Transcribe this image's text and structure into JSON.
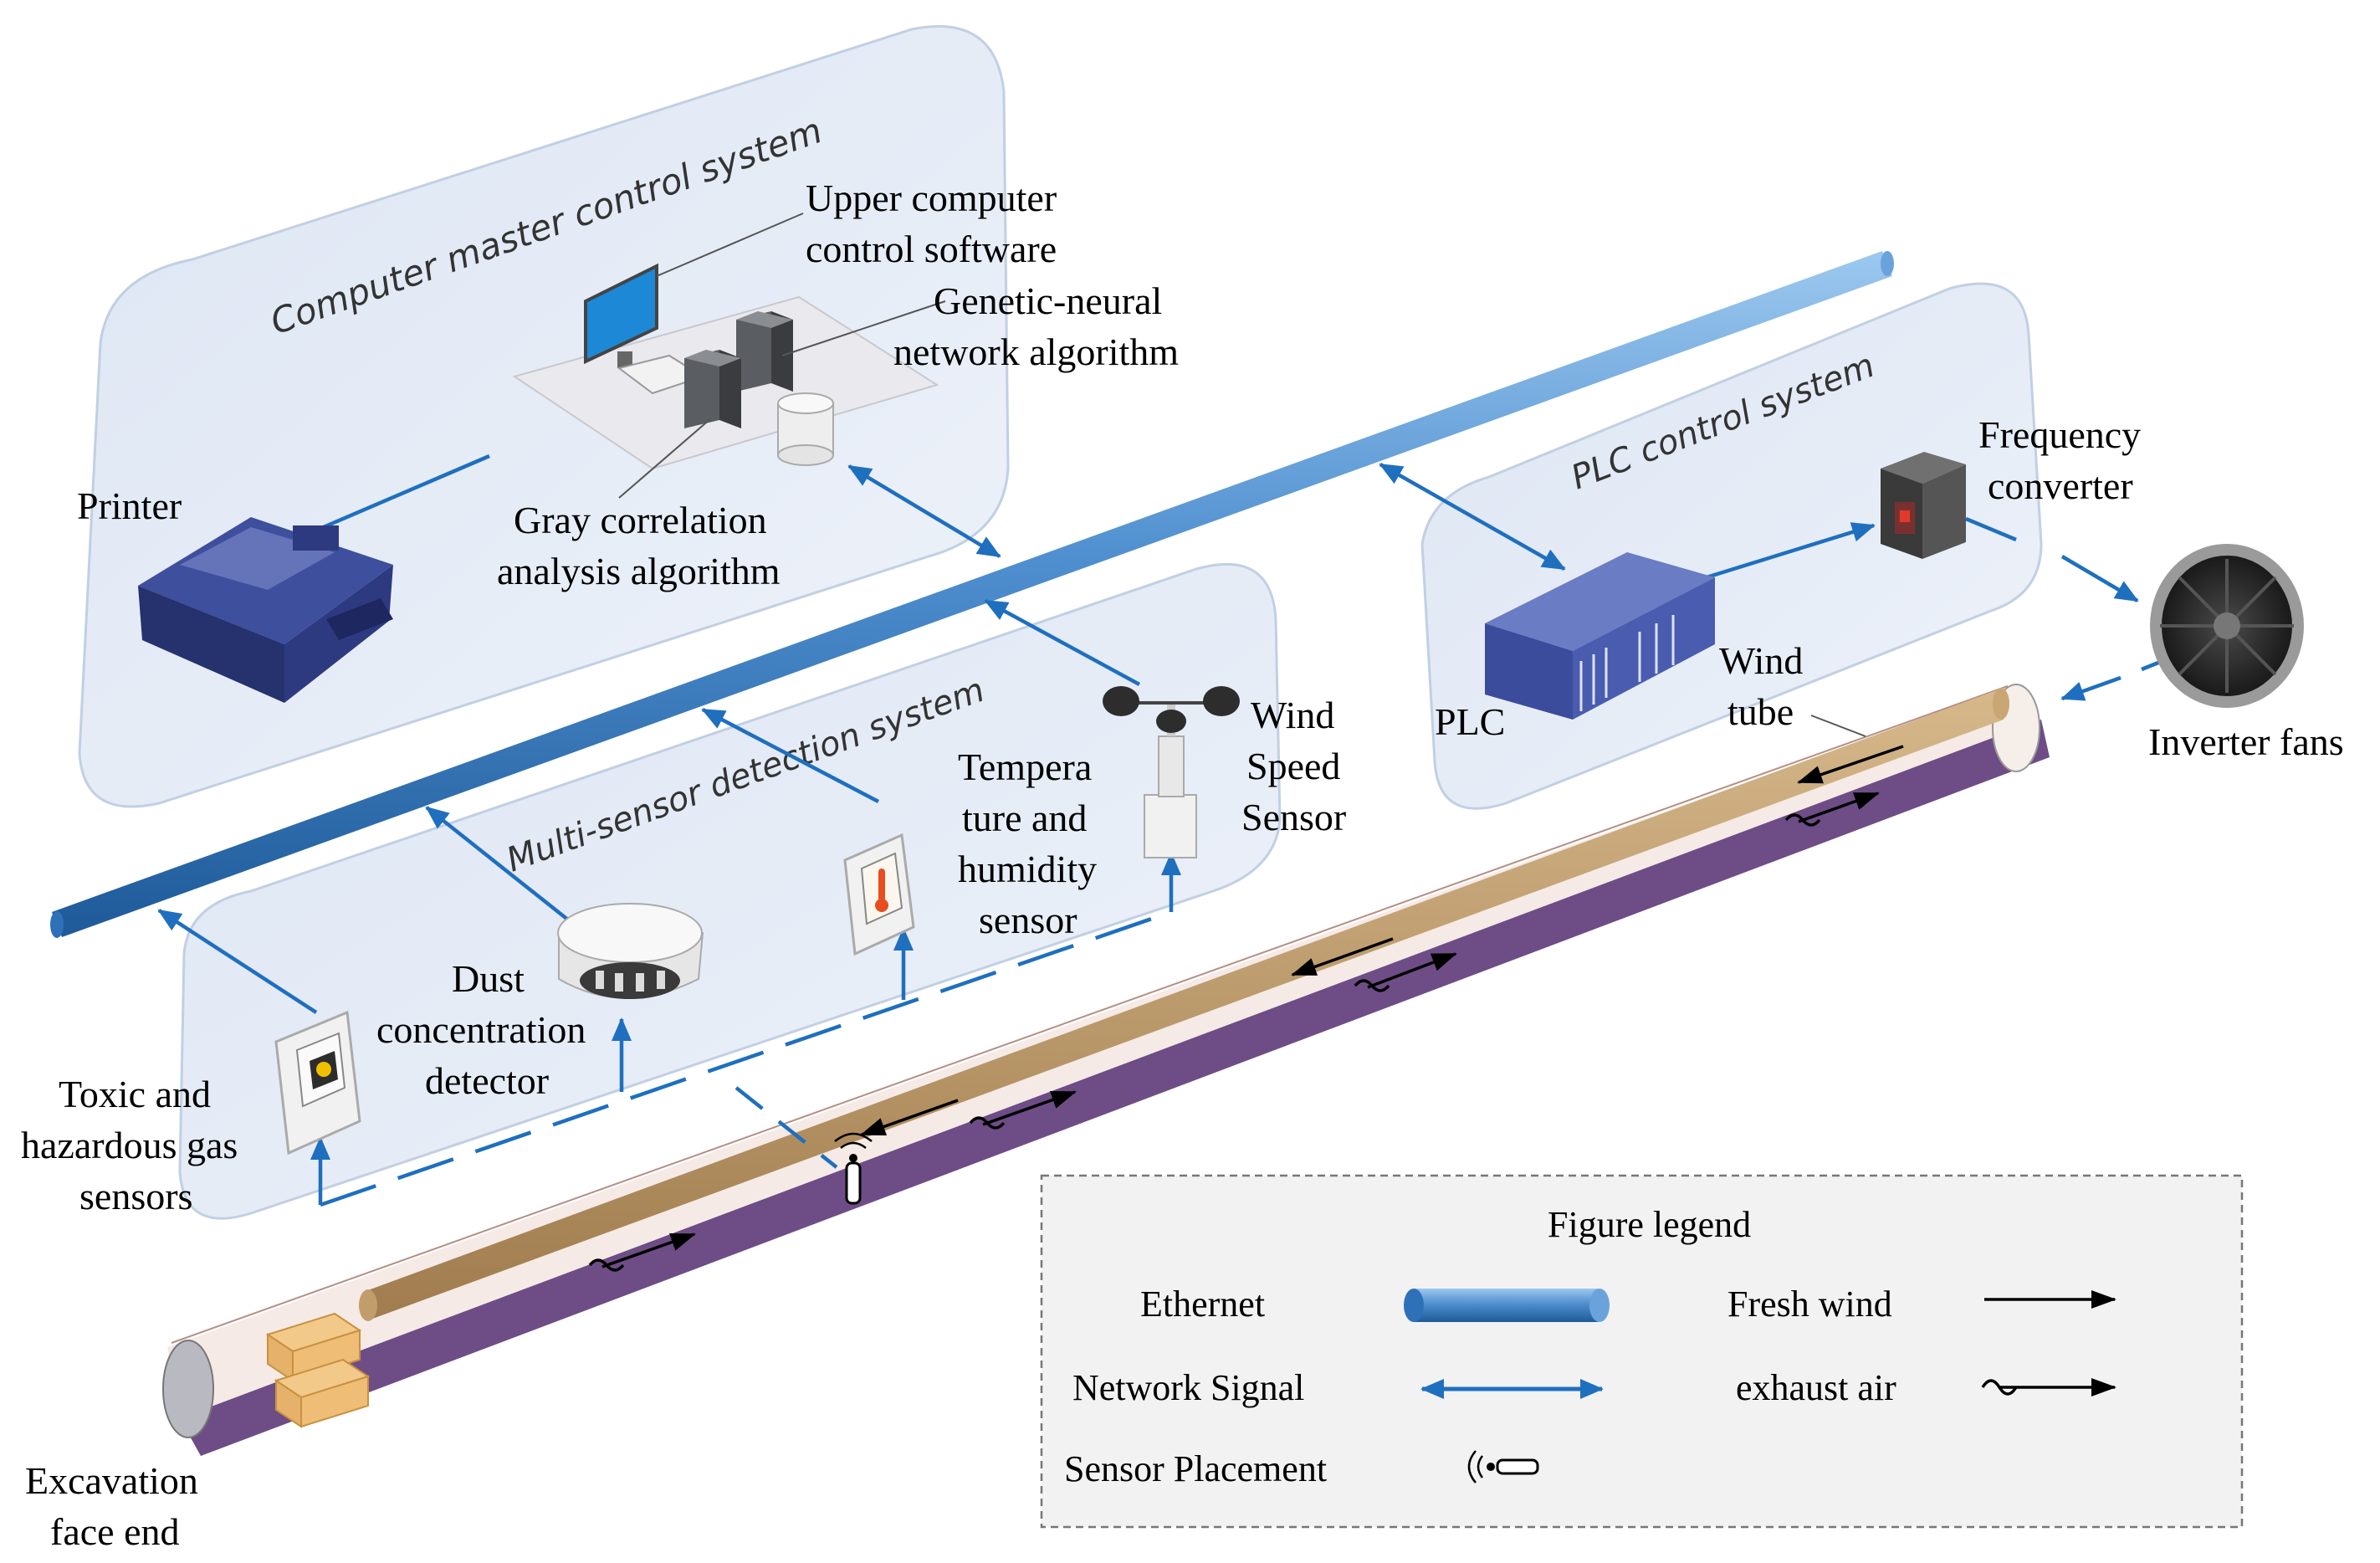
{
  "panels": {
    "computer": "Computer master control system",
    "plc": "PLC control system",
    "sensor": "Multi-sensor detection system"
  },
  "labels": {
    "upper_software": [
      "Upper computer",
      "control software"
    ],
    "genetic_neural": [
      "Genetic-neural",
      "network algorithm"
    ],
    "printer": "Printer",
    "gray_correlation": [
      "Gray correlation",
      "analysis algorithm"
    ],
    "frequency_converter": [
      "Frequency",
      "converter"
    ],
    "plc": "PLC",
    "wind_tube": [
      "Wind",
      "tube"
    ],
    "inverter_fans": "Inverter fans",
    "wind_speed_sensor": [
      "Wind",
      "Speed",
      "Sensor"
    ],
    "temp_humidity_sensor": [
      "Tempera",
      "ture and",
      "humidity",
      "sensor"
    ],
    "dust_detector": [
      "Dust",
      "concentration",
      "detector"
    ],
    "toxic_gas_sensors": [
      "Toxic and",
      "hazardous gas",
      "sensors"
    ],
    "excavation_face": [
      "Excavation",
      "face end"
    ]
  },
  "legend": {
    "title": "Figure legend",
    "ethernet": "Ethernet",
    "network_signal": "Network Signal",
    "sensor_placement": "Sensor Placement",
    "fresh_wind": "Fresh wind",
    "exhaust_air": "exhaust air"
  },
  "colors": {
    "network_blue": "#1f6fbf",
    "ethernet_pipe": "#4f8fcf",
    "tunnel_purple": "#6e4d86",
    "wind_tube": "#b8956a",
    "device_navy": "#2d3f8a",
    "panel_fill": "#e4ebf6"
  }
}
